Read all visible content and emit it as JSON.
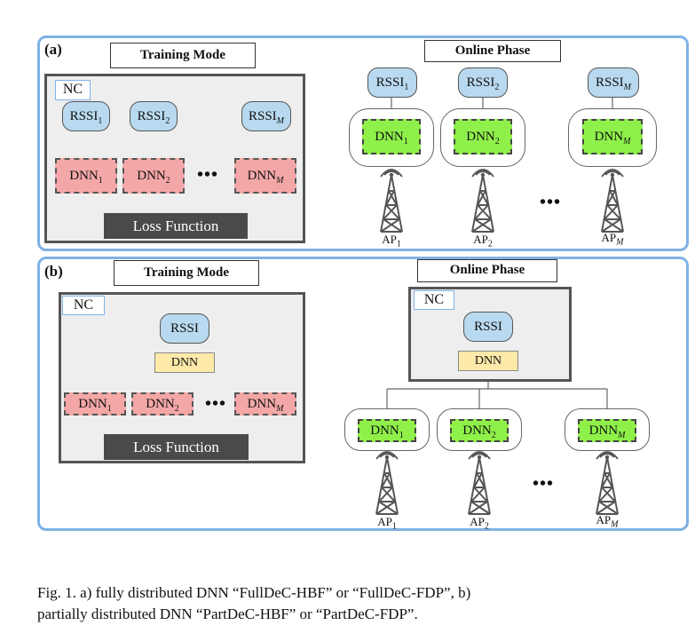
{
  "panel_a": {
    "label": "(a)",
    "training": {
      "title": "Training Mode",
      "nc_label": "NC",
      "rssi": [
        {
          "base": "RSSI",
          "sub": "1"
        },
        {
          "base": "RSSI",
          "sub": "2"
        },
        {
          "base": "RSSI",
          "sub": "M"
        }
      ],
      "dnn": [
        {
          "base": "DNN",
          "sub": "1"
        },
        {
          "base": "DNN",
          "sub": "2"
        },
        {
          "base": "DNN",
          "sub": "M"
        }
      ],
      "ellipsis": "•••",
      "loss": "Loss Function"
    },
    "online": {
      "title": "Online Phase",
      "rssi": [
        {
          "base": "RSSI",
          "sub": "1"
        },
        {
          "base": "RSSI",
          "sub": "2"
        },
        {
          "base": "RSSI",
          "sub": "M"
        }
      ],
      "dnn": [
        {
          "base": "DNN",
          "sub": "1"
        },
        {
          "base": "DNN",
          "sub": "2"
        },
        {
          "base": "DNN",
          "sub": "M"
        }
      ],
      "ellipsis": "•••",
      "aps": [
        {
          "base": "AP",
          "sub": "1"
        },
        {
          "base": "AP",
          "sub": "2"
        },
        {
          "base": "AP",
          "sub": "M"
        }
      ]
    }
  },
  "panel_b": {
    "label": "(b)",
    "training": {
      "title": "Training Mode",
      "nc_label": "NC",
      "rssi": "RSSI",
      "dnn": "DNN",
      "heads": [
        {
          "base": "DNN",
          "sub": "1"
        },
        {
          "base": "DNN",
          "sub": "2"
        },
        {
          "base": "DNN",
          "sub": "M"
        }
      ],
      "ellipsis": "•••",
      "loss": "Loss Function"
    },
    "online": {
      "title": "Online Phase",
      "nc_label": "NC",
      "rssi": "RSSI",
      "dnn": "DNN",
      "heads": [
        {
          "base": "DNN",
          "sub": "1"
        },
        {
          "base": "DNN",
          "sub": "2"
        },
        {
          "base": "DNN",
          "sub": "M"
        }
      ],
      "ellipsis": "•••",
      "aps": [
        {
          "base": "AP",
          "sub": "1"
        },
        {
          "base": "AP",
          "sub": "2"
        },
        {
          "base": "AP",
          "sub": "M"
        }
      ]
    }
  },
  "caption": {
    "line1": "Fig. 1.  a) fully distributed DNN “FullDeC-HBF” or “FullDeC-FDP”, b)",
    "line2": "partially distributed DNN “PartDeC-HBF” or “PartDeC-FDP”."
  },
  "colors": {
    "panel_border": "#7fb2e5",
    "rssi_fill": "#b8d9ef",
    "dnn_red": "#f4a7a7",
    "dnn_green": "#8ff04a",
    "dnn_yellow": "#fde9a8",
    "loss_fill": "#4a4a4a",
    "nc_fill": "#eeeeee"
  }
}
